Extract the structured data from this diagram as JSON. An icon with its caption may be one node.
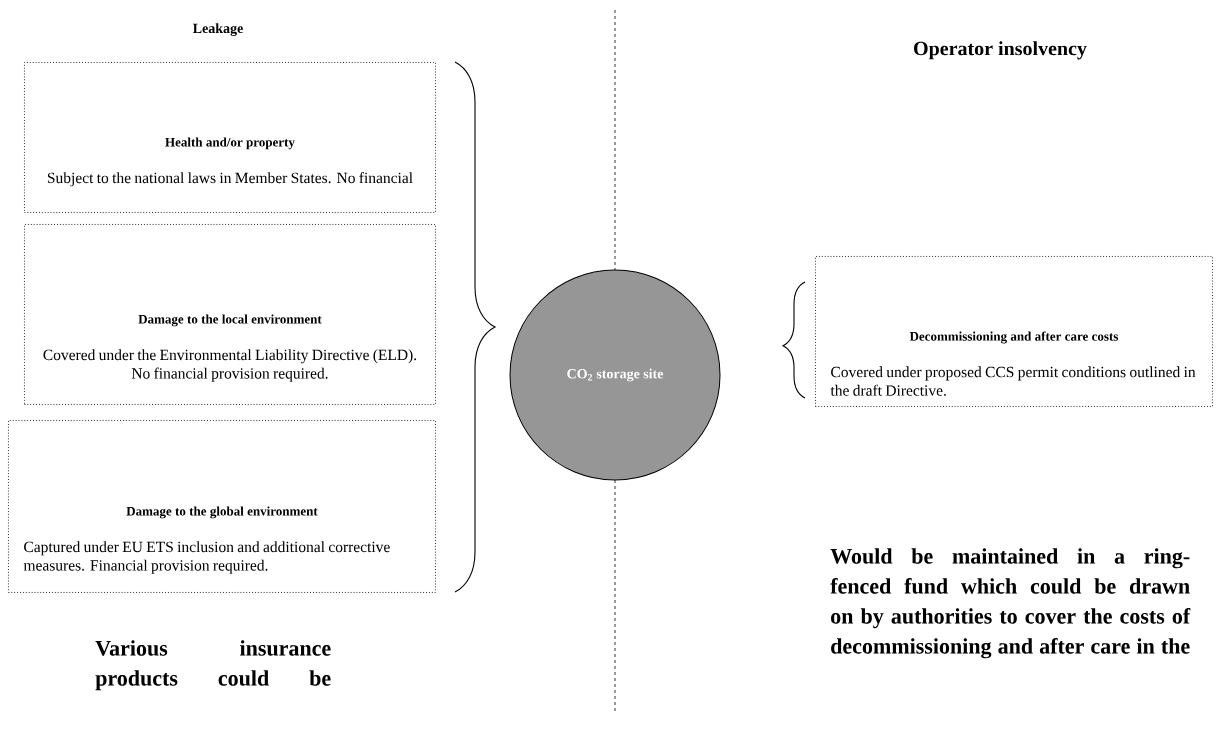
{
  "diagram": {
    "nodes": [
      {
        "text": [
          "Leakage"
        ]
      },
      {
        "text": [
          "Health and/or property",
          "Subject to the national laws in Member States. No financial"
        ]
      },
      {
        "text": [
          "Damage to the local environment",
          "Covered under the Environmental Liability Directive (ELD). No financial provision required."
        ]
      },
      {
        "text": [
          "Damage to the global environment",
          "Captured under EU ETS inclusion and additional corrective measures. Financial provision required."
        ]
      },
      {
        "text": [
          "CO$_{2}$ storage site"
        ]
      },
      {
        "text": [
          "Operator insolvency"
        ]
      },
      {
        "text": [
          "Decommissioning and after care costs",
          "Covered under proposed CCS permit conditions outlined in the draft Directive."
        ]
      },
      {
        "text": [
          "Would be maintained in a ring-fenced fund which could be drawn on by authorities to cover the costs of decommissioning and after care in the"
        ]
      },
      {
        "text": [
          "Various insurance products could be"
        ]
      }
    ]
  }
}
